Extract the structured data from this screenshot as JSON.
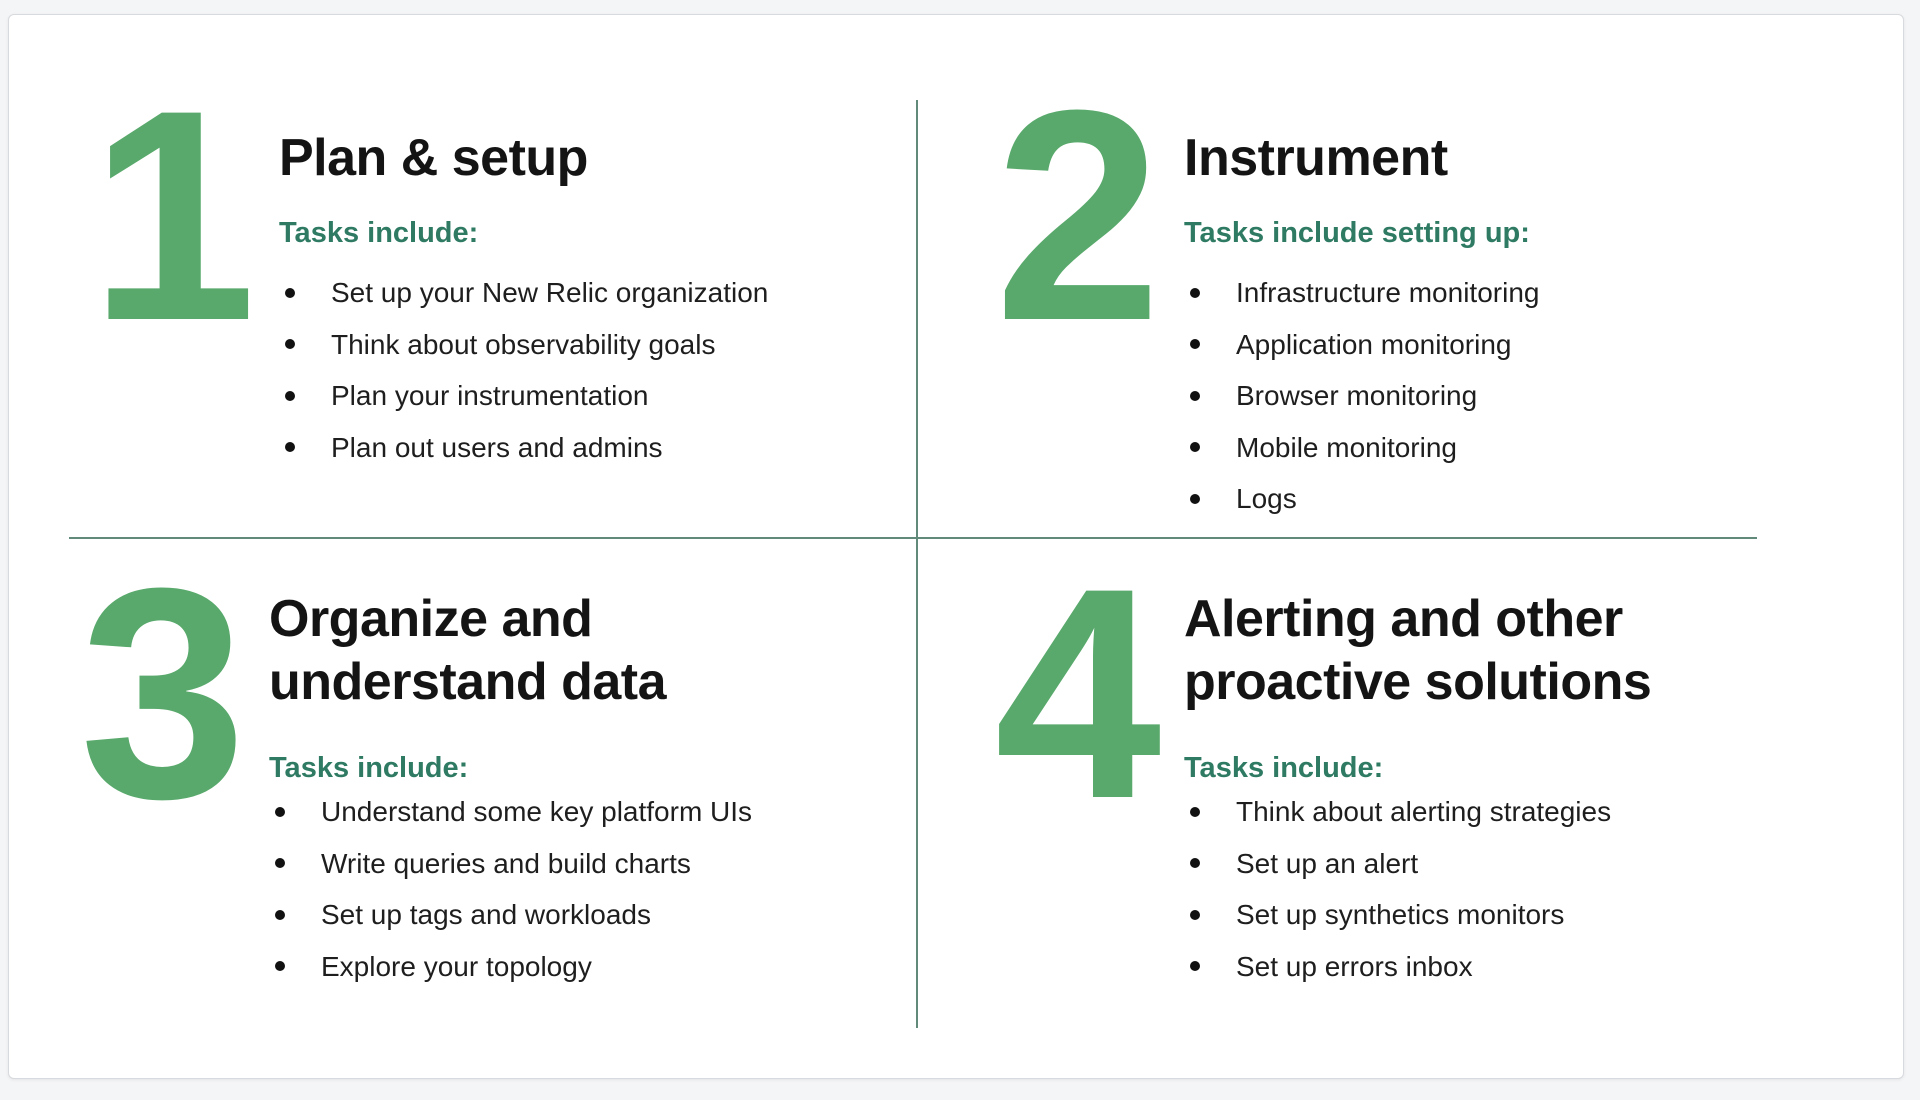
{
  "colors": {
    "number_green": "#58a96b",
    "tasks_label_green": "#2e7a62",
    "divider_green": "#628a7b",
    "heading_text": "#141414",
    "body_text": "#1e1e1e",
    "card_background": "#ffffff",
    "page_background": "#f4f5f7"
  },
  "quadrants": [
    {
      "number": "1",
      "title": "Plan & setup",
      "tasks_label": "Tasks include:",
      "items": [
        "Set up your New Relic organization",
        "Think about observability goals",
        "Plan your instrumentation",
        "Plan out users and admins"
      ]
    },
    {
      "number": "2",
      "title": "Instrument",
      "tasks_label": "Tasks include setting up:",
      "items": [
        "Infrastructure monitoring",
        "Application monitoring",
        "Browser monitoring",
        "Mobile monitoring",
        "Logs"
      ]
    },
    {
      "number": "3",
      "title": "Organize and understand data",
      "tasks_label": "Tasks include:",
      "items": [
        "Understand some key platform UIs",
        "Write queries and build charts",
        "Set up tags and workloads",
        "Explore your topology"
      ]
    },
    {
      "number": "4",
      "title": "Alerting and other proactive solutions",
      "tasks_label": "Tasks include:",
      "items": [
        "Think about alerting strategies",
        "Set up an alert",
        "Set up synthetics monitors",
        "Set up errors inbox"
      ]
    }
  ]
}
